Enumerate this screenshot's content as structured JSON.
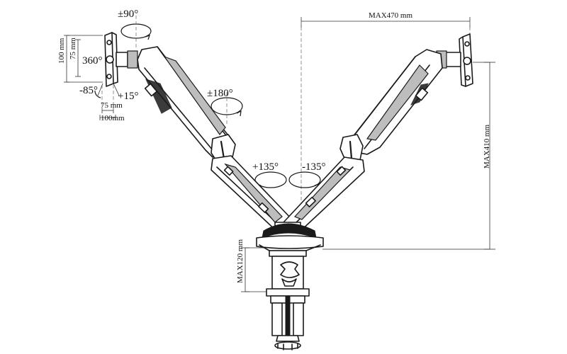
{
  "labels": {
    "tilt": "±90°",
    "rotate": "360°",
    "tilt_down": "-85°",
    "tilt_up": "+15°",
    "swivel": "±180°",
    "plus135": "+135°",
    "minus135": "-135°",
    "vesa_h100": "100 mm",
    "vesa_h75": "75 mm",
    "vesa_w75": "75 mm",
    "vesa_w100": "100mm",
    "max_width": "MAX470 mm",
    "max_height": "MAX410 mm",
    "max_clamp": "MAX120 mm"
  }
}
